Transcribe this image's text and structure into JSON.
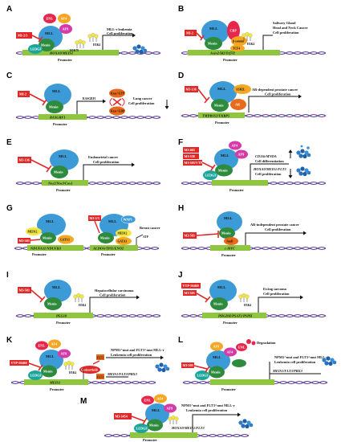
{
  "labels": [
    "A",
    "B",
    "C",
    "D",
    "E",
    "F",
    "G",
    "H",
    "I",
    "J",
    "K",
    "L",
    "M"
  ],
  "common": {
    "mll": "MLL",
    "mll_r": "MLL-r",
    "menin": "Menin",
    "ledgf": "LEDGF",
    "promoter": "Promoter",
    "h3k4": "H3K4",
    "me": "me"
  },
  "A": {
    "enl": "ENL",
    "af4": "AF4",
    "af9": "AF9",
    "inhibitor": "MI-2/3",
    "h3k79": "H3K79",
    "gene": "HOXA9/MEIS1",
    "outcome1": "MLL-r leukemia",
    "outcome2": "Cell proliferation"
  },
  "B": {
    "inhibitor": "MI-2",
    "cbp": "CBP",
    "bcatenin": "β-catenin",
    "tcf4": "TCF4",
    "gene": "Axin2/Id2/Tcf7l2",
    "outcome1": "Salivary Gland",
    "outcome2": "Head and Neck Cancer",
    "outcome3": "Cell proliferation"
  },
  "C": {
    "inhibitor": "MI-2",
    "kras_a": "Kras^GTP",
    "kras_b": "Kras^GDP",
    "gene_label": "RASGRF1",
    "gene": "RASGRF1",
    "outcome1": "Lung cancer",
    "outcome2": "Cell proliferation"
  },
  "D": {
    "inhibitor": "MI-136",
    "ash2l": "ASH2L",
    "ar": "AR",
    "gene": "TMPRSS2/FKBP5",
    "outcome1": "AR-dependent prostate cancer",
    "outcome2": "Cell proliferation"
  },
  "E": {
    "inhibitor": "MI-136",
    "gene": "Nos2/Nos3/Cox1",
    "outcome1": "Endometrial cancer",
    "outcome2": "Cell proliferation"
  },
  "F": {
    "inhibitors": [
      "MI-463",
      "MI-538",
      "MI-503/VTP"
    ],
    "af4": "AF4",
    "af9": "AF9",
    "gene1": "CD11b/MNDA",
    "gene2": "HOXA9/MEIS1/FLT3",
    "outcome1": "Cell differentiation",
    "outcome2": "Cell proliferation"
  },
  "G": {
    "mll_left": "MLL",
    "mll_right": "MLL",
    "med12_left": "MED12",
    "med12_right": "MED12",
    "inhibitor_left": "MI-503",
    "inhibitor_right": "MI-2/3",
    "gata3_left": "GATA3",
    "gata3_right": "GATA3",
    "wap1": "WAP1",
    "gene_left": "NDUFA11/NDUFB3",
    "gene_right": "ALDOA/TPI1/ENO2",
    "atp": "ATP",
    "outcome": "Breast cancer"
  },
  "H": {
    "inhibitor": "MI-503",
    "jund": "JunD",
    "gene": "c-MYC",
    "outcome1": "AR-independent prostate cancer",
    "outcome2": "Cell proliferation"
  },
  "I": {
    "inhibitor": "MI-503",
    "gene": "PEG10",
    "outcome1": "Hepatocellular carcinoma",
    "outcome2": "Cell proliferation"
  },
  "J": {
    "inhibitors": [
      "VTP-50469",
      "MI-503"
    ],
    "gene": "PHGDH/PSAT1/PSPH",
    "outcome1": "Ewing sarcoma",
    "outcome2": "Cell proliferation"
  },
  "K": {
    "enl": "ENL",
    "af4": "AF4",
    "af9": "AF9",
    "inhibitor": "VTP-50469",
    "quizartinib": "Quizartinib",
    "flt3": "FLT3",
    "gene": "MEIS1",
    "genes_out": "MEIS1/FLT3/PBX3",
    "outcome1": "NPM1^mut and FLT3^mut MLL-r",
    "outcome2": "Leukemia cell proliferation"
  },
  "L": {
    "af9": "AF9",
    "af4": "AF4",
    "enl": "ENL",
    "inhibitor": "MI-503",
    "degradation": "Degradation",
    "genes_out": "MEIS1/FLT3/PBX3",
    "outcome1": "NPM1^mut and FLT3^mut MLL-r",
    "outcome2": "Leukemia cell proliferation"
  },
  "M": {
    "enl": "ENL",
    "af4": "AF4",
    "af9": "AF9",
    "inhibitor": "MI-3454",
    "gene": "HOXA9/MEIS1/FLT3",
    "outcome1": "NPM1^mut and FLT3^mut MLL-r",
    "outcome2": "Leukemia cell proliferation"
  }
}
